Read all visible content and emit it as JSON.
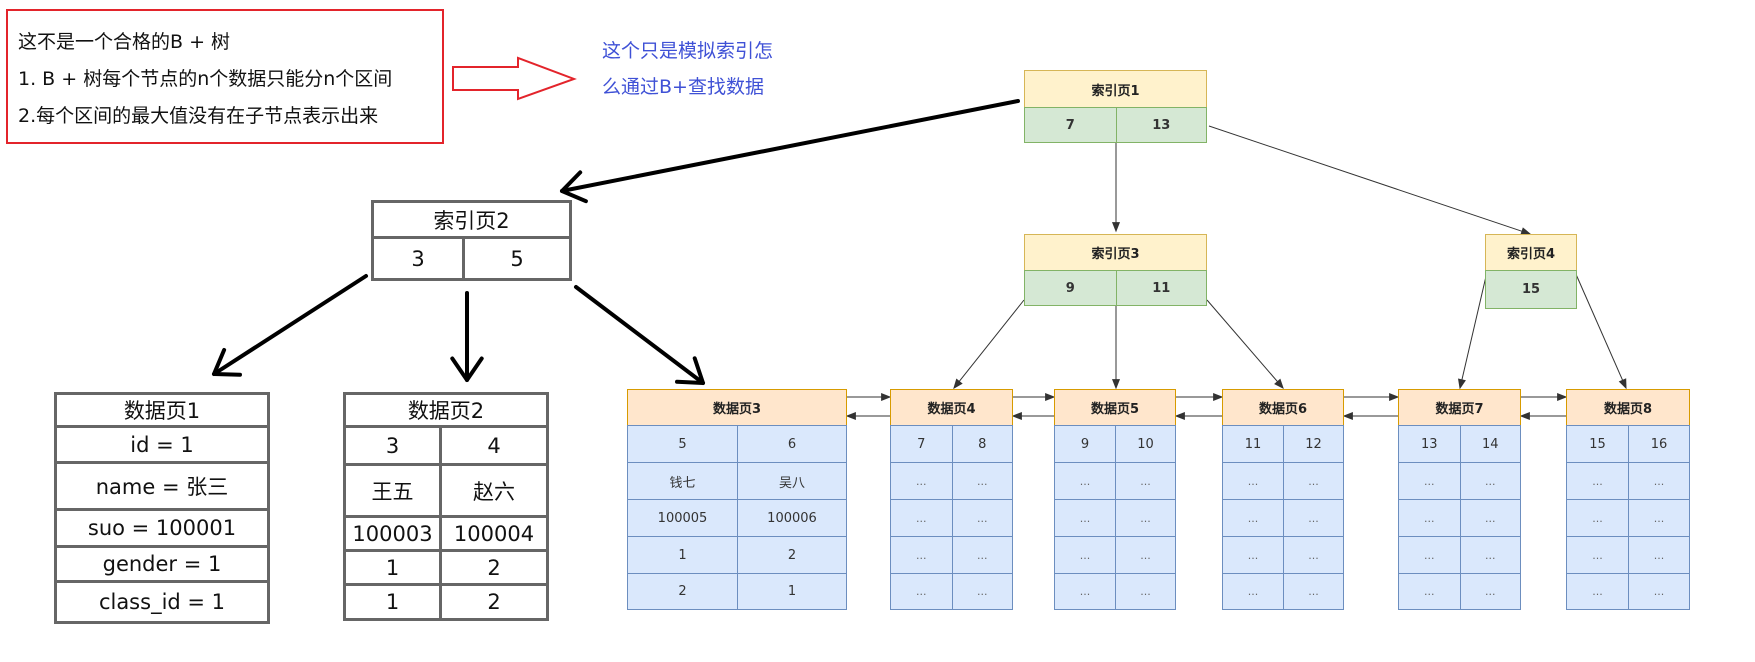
{
  "note": {
    "lines": [
      "这不是一个合格的B + 树",
      "1. B + 树每个节点的n个数据只能分n个区间",
      "2.每个区间的最大值没有在子节点表示出来"
    ]
  },
  "comment": {
    "lines": [
      "这个只是模拟索引怎",
      "么通过B+查找数据"
    ]
  },
  "colors": {
    "note_border": "#e3242b",
    "comment_text": "#3f51d6",
    "table_border": "#666666",
    "index_header_fill": "#fff2cc",
    "index_header_stroke": "#d6b656",
    "index_key_fill": "#d5e8d4",
    "index_key_stroke": "#82b366",
    "data_header_fill": "#ffe6cc",
    "data_header_stroke": "#d79b00",
    "data_cell_fill": "#dae8fc",
    "data_cell_stroke": "#6c8ebf"
  },
  "index_pages": {
    "p1": {
      "title": "索引页1",
      "keys": [
        "7",
        "13"
      ]
    },
    "p2": {
      "title": "索引页2",
      "keys": [
        "3",
        "5"
      ]
    },
    "p3": {
      "title": "索引页3",
      "keys": [
        "9",
        "11"
      ]
    },
    "p4": {
      "title": "索引页4",
      "keys": [
        "15"
      ]
    }
  },
  "record_pages": {
    "p1": {
      "title": "数据页1",
      "rows": [
        "id = 1",
        "name = 张三",
        "suo = 100001",
        "gender = 1",
        "class_id = 1"
      ]
    },
    "p2": {
      "title": "数据页2",
      "rows": [
        [
          "3",
          "4"
        ],
        [
          "王五",
          "赵六"
        ],
        [
          "100003",
          "100004"
        ],
        [
          "1",
          "2"
        ],
        [
          "1",
          "2"
        ]
      ]
    }
  },
  "data_pages": [
    {
      "title": "数据页3",
      "rows": [
        [
          "5",
          "6"
        ],
        [
          "钱七",
          "吴八"
        ],
        [
          "100005",
          "100006"
        ],
        [
          "1",
          "2"
        ],
        [
          "2",
          "1"
        ]
      ]
    },
    {
      "title": "数据页4",
      "rows": [
        [
          "7",
          "8"
        ],
        [
          "...",
          "..."
        ],
        [
          "...",
          "..."
        ],
        [
          "...",
          "..."
        ],
        [
          "...",
          "..."
        ]
      ]
    },
    {
      "title": "数据页5",
      "rows": [
        [
          "9",
          "10"
        ],
        [
          "...",
          "..."
        ],
        [
          "...",
          "..."
        ],
        [
          "...",
          "..."
        ],
        [
          "...",
          "..."
        ]
      ]
    },
    {
      "title": "数据页6",
      "rows": [
        [
          "11",
          "12"
        ],
        [
          "...",
          "..."
        ],
        [
          "...",
          "..."
        ],
        [
          "...",
          "..."
        ],
        [
          "...",
          "..."
        ]
      ]
    },
    {
      "title": "数据页7",
      "rows": [
        [
          "13",
          "14"
        ],
        [
          "...",
          "..."
        ],
        [
          "...",
          "..."
        ],
        [
          "...",
          "..."
        ],
        [
          "...",
          "..."
        ]
      ]
    },
    {
      "title": "数据页8",
      "rows": [
        [
          "15",
          "16"
        ],
        [
          "...",
          "..."
        ],
        [
          "...",
          "..."
        ],
        [
          "...",
          "..."
        ],
        [
          "...",
          "..."
        ]
      ]
    }
  ]
}
